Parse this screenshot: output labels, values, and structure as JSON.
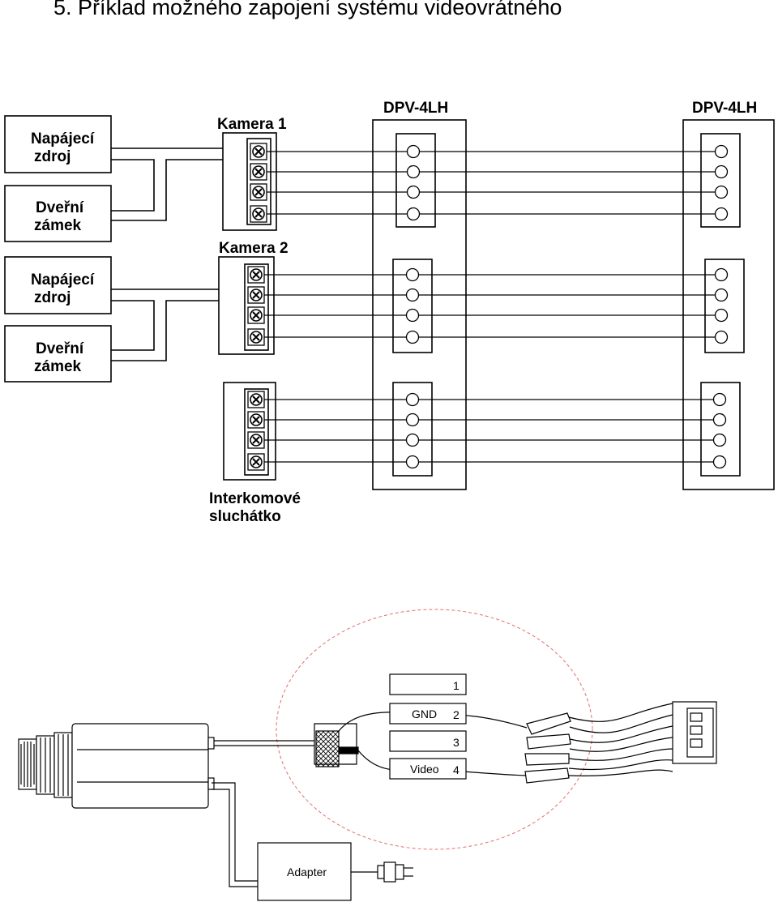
{
  "title": "5.  Příklad možného zapojení systému videovrátného",
  "devices": {
    "power_supply_1": [
      "Napájecí",
      "zdroj"
    ],
    "door_lock_1": [
      "Dveřní",
      "zámek"
    ],
    "power_supply_2": [
      "Napájecí",
      "zdroj"
    ],
    "door_lock_2": [
      "Dveřní",
      "zámek"
    ],
    "camera_1": "Kamera 1",
    "camera_2": "Kamera 2",
    "intercom": [
      "Interkomové",
      "sluchátko"
    ],
    "monitor_1": "DPV-4LH",
    "monitor_2": "DPV-4LH"
  },
  "connector": {
    "pins": [
      "1",
      "2",
      "3",
      "4"
    ],
    "pin_labels": [
      "",
      "GND",
      "",
      "Video"
    ],
    "adapter": "Adapter"
  },
  "icons": {
    "screw_terminal": "screw-terminal-icon",
    "monitor_terminal": "terminal-circle-icon"
  }
}
